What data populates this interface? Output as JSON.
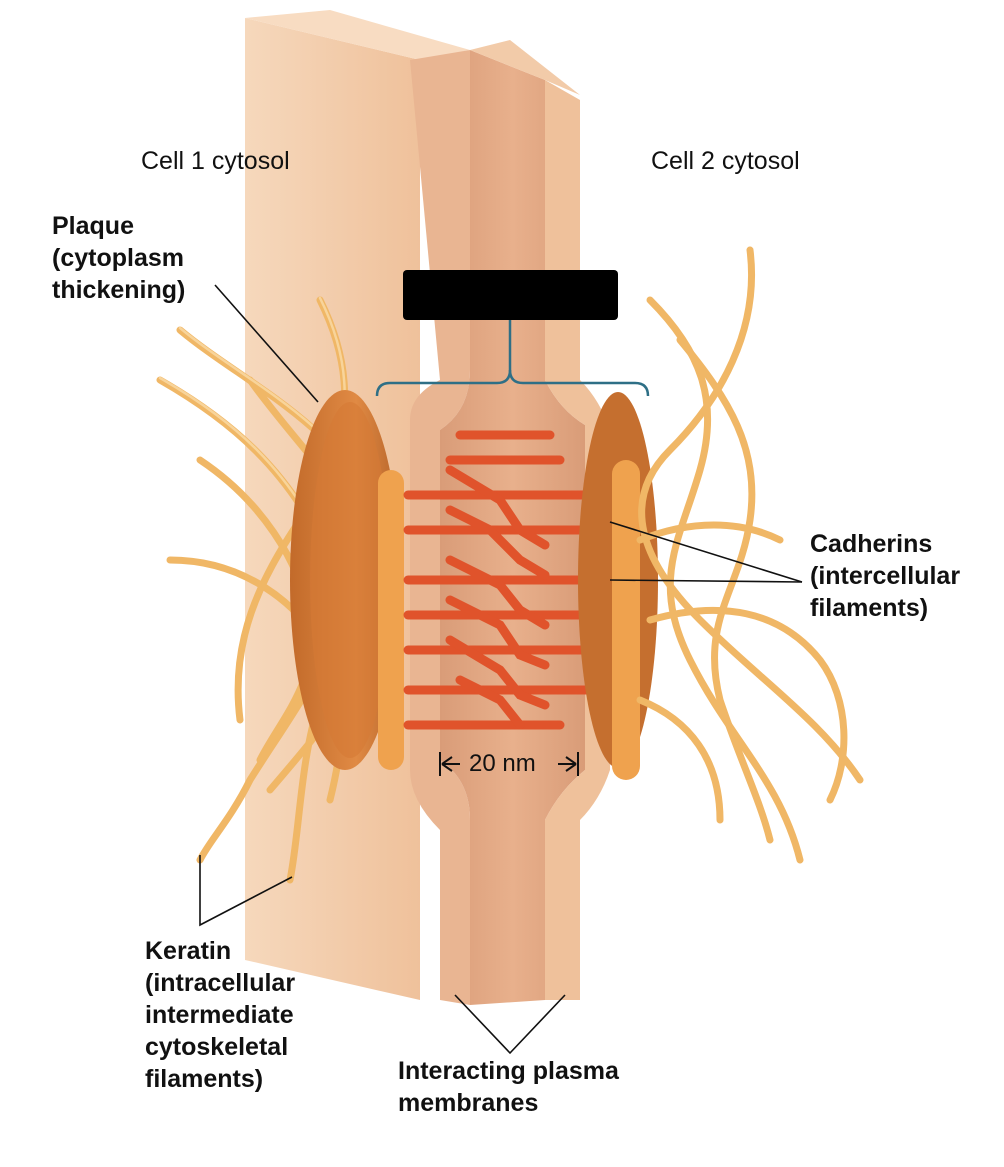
{
  "labels": {
    "cell1": "Cell 1 cytosol",
    "cell2": "Cell 2 cytosol",
    "plaque": "Plaque\n(cytoplasm\nthickening)",
    "cadherins": "Cadherins\n(intercellular\nfilaments)",
    "keratin": "Keratin\n(intracellular\nintermediate\ncytoskeletal\nfilaments)",
    "membranes": "Interacting plasma\nmembranes",
    "gap": "20 nm",
    "redacted_title": ""
  },
  "colors": {
    "membrane_light": "#f3c9a4",
    "membrane_mid": "#e6a47c",
    "membrane_dark": "#c98a66",
    "plaque": "#d9853c",
    "plaque_bar": "#efa24e",
    "cadherin": "#e0532b",
    "keratin": "#f0b766",
    "bracket": "#2e6f86",
    "redaction": "#000000"
  }
}
